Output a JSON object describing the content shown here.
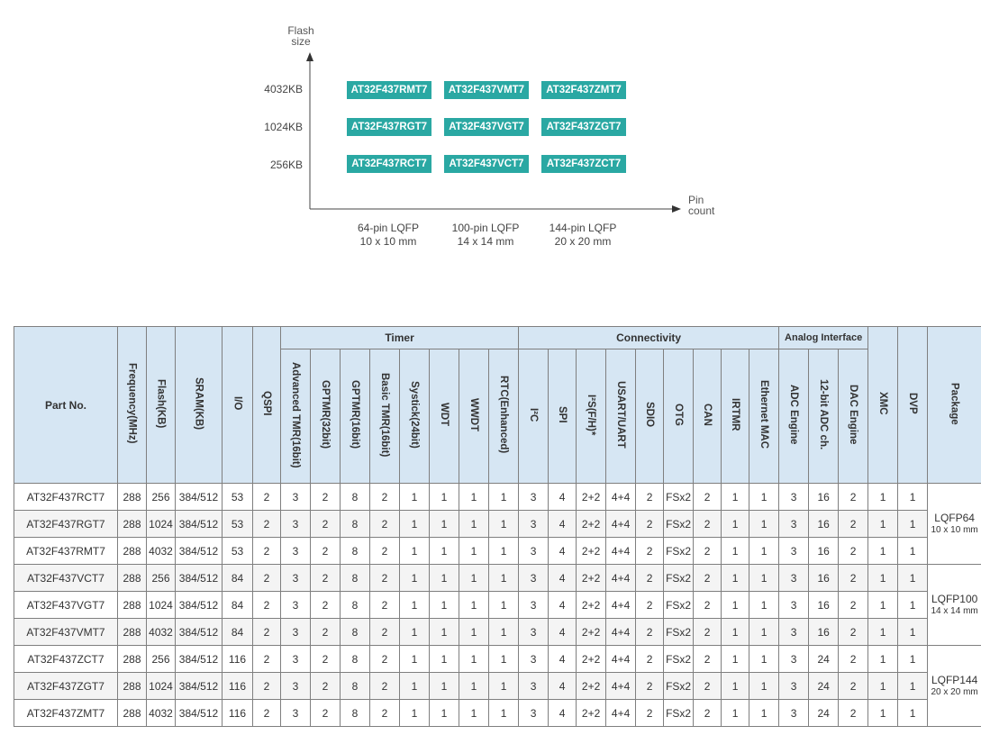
{
  "diagram": {
    "y_axis_title": [
      "Flash",
      "size"
    ],
    "x_axis_title": [
      "Pin",
      "count"
    ],
    "flash_levels": [
      "4032KB",
      "1024KB",
      "256KB"
    ],
    "packages": [
      {
        "line1": "64-pin LQFP",
        "line2": "10 x 10 mm"
      },
      {
        "line1": "100-pin LQFP",
        "line2": "14 x 14 mm"
      },
      {
        "line1": "144-pin LQFP",
        "line2": "20 x 20 mm"
      }
    ],
    "grid": [
      [
        "AT32F437RMT7",
        "AT32F437VMT7",
        "AT32F437ZMT7"
      ],
      [
        "AT32F437RGT7",
        "AT32F437VGT7",
        "AT32F437ZGT7"
      ],
      [
        "AT32F437RCT7",
        "AT32F437VCT7",
        "AT32F437ZCT7"
      ]
    ],
    "chip_color": "#2aa8a3"
  },
  "table": {
    "groups": {
      "timer": "Timer",
      "connectivity": "Connectivity",
      "analog": "Analog Interface"
    },
    "headers": {
      "part": "Part No.",
      "freq": "Frequency(MHz)",
      "flash": "Flash(KB)",
      "sram": "SRAM(KB)",
      "io": "I/O",
      "qspi": "QSPI",
      "adv_tmr": "Advanced TMR(16bit)",
      "gptmr32": "GPTMR(32bit)",
      "gptmr16": "GPTMR(16bit)",
      "basic_tmr": "Basic TMR(16bit)",
      "systick": "Systick(24bit)",
      "wdt": "WDT",
      "wwdt": "WWDT",
      "rtc": "RTC(Enhanced)",
      "i2c": "I²C",
      "spi": "SPI",
      "i2s": "I²S(F/H)*",
      "usart": "USART/UART",
      "sdio": "SDIO",
      "otg": "OTG",
      "can": "CAN",
      "irtmr": "IRTMR",
      "eth": "Ethernet MAC",
      "adc_engine": "ADC Engine",
      "adc_ch": "12-bit ADC ch.",
      "dac_engine": "DAC Engine",
      "xmc": "XMC",
      "dvp": "DVP",
      "package": "Package"
    },
    "rows": [
      [
        "AT32F437RCT7",
        "288",
        "256",
        "384/512",
        "53",
        "2",
        "3",
        "2",
        "8",
        "2",
        "1",
        "1",
        "1",
        "1",
        "3",
        "4",
        "2+2",
        "4+4",
        "2",
        "FSx2",
        "2",
        "1",
        "1",
        "3",
        "16",
        "2",
        "1",
        "1"
      ],
      [
        "AT32F437RGT7",
        "288",
        "1024",
        "384/512",
        "53",
        "2",
        "3",
        "2",
        "8",
        "2",
        "1",
        "1",
        "1",
        "1",
        "3",
        "4",
        "2+2",
        "4+4",
        "2",
        "FSx2",
        "2",
        "1",
        "1",
        "3",
        "16",
        "2",
        "1",
        "1"
      ],
      [
        "AT32F437RMT7",
        "288",
        "4032",
        "384/512",
        "53",
        "2",
        "3",
        "2",
        "8",
        "2",
        "1",
        "1",
        "1",
        "1",
        "3",
        "4",
        "2+2",
        "4+4",
        "2",
        "FSx2",
        "2",
        "1",
        "1",
        "3",
        "16",
        "2",
        "1",
        "1"
      ],
      [
        "AT32F437VCT7",
        "288",
        "256",
        "384/512",
        "84",
        "2",
        "3",
        "2",
        "8",
        "2",
        "1",
        "1",
        "1",
        "1",
        "3",
        "4",
        "2+2",
        "4+4",
        "2",
        "FSx2",
        "2",
        "1",
        "1",
        "3",
        "16",
        "2",
        "1",
        "1"
      ],
      [
        "AT32F437VGT7",
        "288",
        "1024",
        "384/512",
        "84",
        "2",
        "3",
        "2",
        "8",
        "2",
        "1",
        "1",
        "1",
        "1",
        "3",
        "4",
        "2+2",
        "4+4",
        "2",
        "FSx2",
        "2",
        "1",
        "1",
        "3",
        "16",
        "2",
        "1",
        "1"
      ],
      [
        "AT32F437VMT7",
        "288",
        "4032",
        "384/512",
        "84",
        "2",
        "3",
        "2",
        "8",
        "2",
        "1",
        "1",
        "1",
        "1",
        "3",
        "4",
        "2+2",
        "4+4",
        "2",
        "FSx2",
        "2",
        "1",
        "1",
        "3",
        "16",
        "2",
        "1",
        "1"
      ],
      [
        "AT32F437ZCT7",
        "288",
        "256",
        "384/512",
        "116",
        "2",
        "3",
        "2",
        "8",
        "2",
        "1",
        "1",
        "1",
        "1",
        "3",
        "4",
        "2+2",
        "4+4",
        "2",
        "FSx2",
        "2",
        "1",
        "1",
        "3",
        "24",
        "2",
        "1",
        "1"
      ],
      [
        "AT32F437ZGT7",
        "288",
        "1024",
        "384/512",
        "116",
        "2",
        "3",
        "2",
        "8",
        "2",
        "1",
        "1",
        "1",
        "1",
        "3",
        "4",
        "2+2",
        "4+4",
        "2",
        "FSx2",
        "2",
        "1",
        "1",
        "3",
        "24",
        "2",
        "1",
        "1"
      ],
      [
        "AT32F437ZMT7",
        "288",
        "4032",
        "384/512",
        "116",
        "2",
        "3",
        "2",
        "8",
        "2",
        "1",
        "1",
        "1",
        "1",
        "3",
        "4",
        "2+2",
        "4+4",
        "2",
        "FSx2",
        "2",
        "1",
        "1",
        "3",
        "24",
        "2",
        "1",
        "1"
      ]
    ],
    "packages": [
      {
        "name": "LQFP64",
        "size": "10 x 10 mm"
      },
      {
        "name": "LQFP100",
        "size": "14 x 14 mm"
      },
      {
        "name": "LQFP144",
        "size": "20 x 20 mm"
      }
    ],
    "header_bg": "#d6e6f3"
  }
}
